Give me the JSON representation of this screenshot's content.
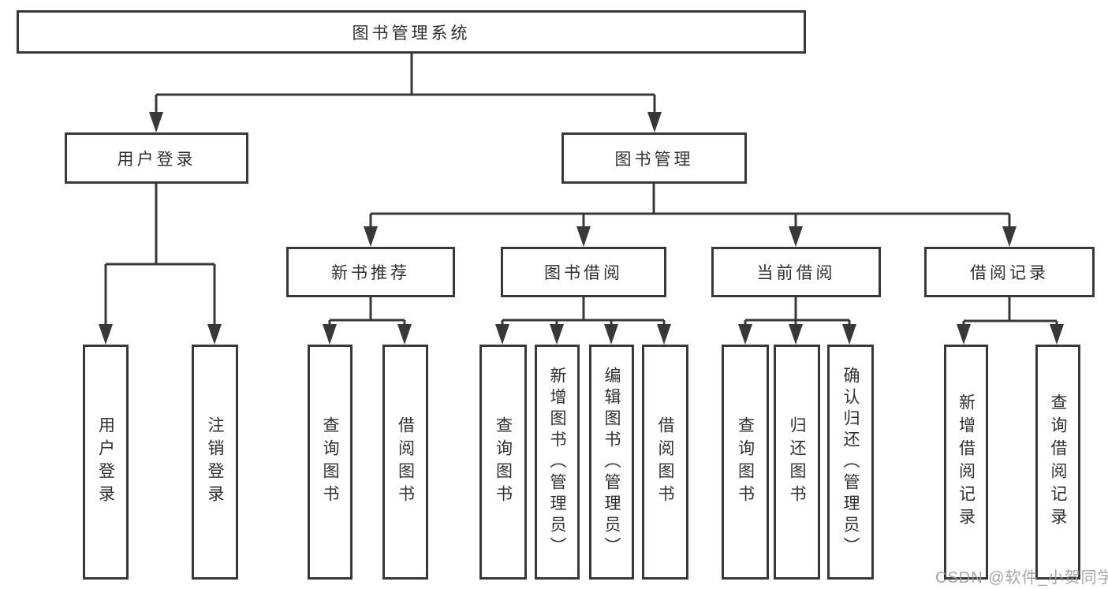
{
  "diagram": {
    "nodes": {
      "root": "图书管理系统",
      "user_login": "用户登录",
      "book_mgmt": "图书管理",
      "new_book": "新书推荐",
      "book_borrow": "图书借阅",
      "current_borrow": "当前借阅",
      "borrow_record": "借阅记录",
      "leaf_user_login": "用户登录",
      "leaf_logout": "注销登录",
      "leaf_nb_query": "查询图书",
      "leaf_nb_borrow": "借阅图书",
      "leaf_bb_query": "查询图书",
      "leaf_bb_add": "新增图书（管理员）",
      "leaf_bb_edit": "编辑图书（管理员）",
      "leaf_bb_borrow": "借阅图书",
      "leaf_cb_query": "查询图书",
      "leaf_cb_return": "归还图书",
      "leaf_cb_confirm": "确认归还（管理员）",
      "leaf_br_add": "新增借阅记录",
      "leaf_br_query": "查询借阅记录"
    }
  },
  "watermark": {
    "text": "CSDN @软件_小贺同学"
  },
  "colors": {
    "line": "#383838",
    "text": "#2f2f2f",
    "watermark_gray": "#9c9c9c",
    "background": "#ffffff"
  }
}
